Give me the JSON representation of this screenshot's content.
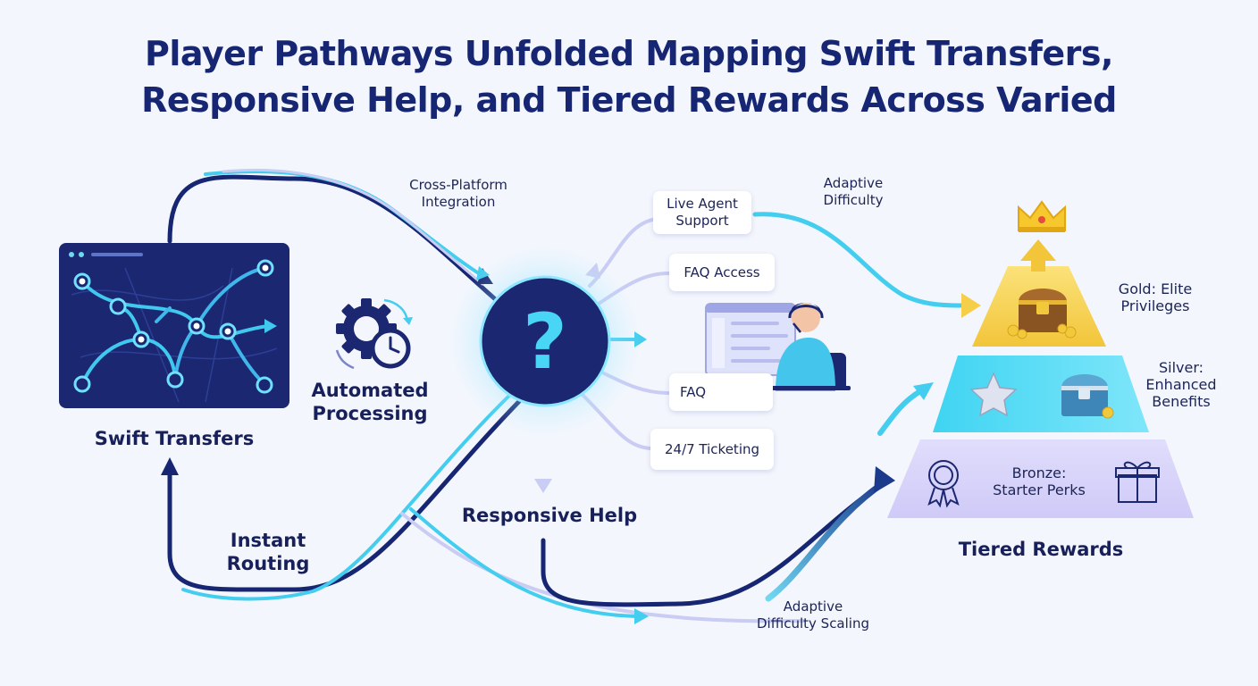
{
  "title": {
    "line1": "Player Pathways Unfolded Mapping Swift Transfers,",
    "line2": "Responsive Help, and Tiered Rewards Across Varied"
  },
  "transfers": {
    "heading": "Swift Transfers",
    "automated": [
      "Automated",
      "Processing"
    ],
    "instant": [
      "Instant",
      "Routing"
    ],
    "cross_platform": [
      "Cross-Platform",
      "Integration"
    ]
  },
  "help": {
    "heading": "Responsive Help",
    "hub_symbol": "?",
    "cards": {
      "live_agent": [
        "Live Agent",
        "Support"
      ],
      "faq_access": "FAQ Access",
      "faq": "FAQ",
      "ticketing": "24/7 Ticketing"
    }
  },
  "rewards": {
    "heading": "Tiered Rewards",
    "gold": [
      "Gold: Elite",
      "Privileges"
    ],
    "silver": [
      "Silver:",
      "Enhanced",
      "Benefits"
    ],
    "bronze": [
      "Bronze:",
      "Starter Perks"
    ]
  },
  "flows": {
    "adaptive_difficulty": [
      "Adaptive",
      "Difficulty"
    ],
    "adaptive_scaling": [
      "Adaptive",
      "Difficulty Scaling"
    ]
  },
  "icons": [
    "map-panel-icon",
    "gear-clock-icon",
    "question-hub-icon",
    "support-agent-icon",
    "crown-icon",
    "treasure-chest-icon",
    "star-icon",
    "medal-icon",
    "gift-icon"
  ],
  "colors": {
    "navy": "#172673",
    "cyan": "#3fd0ef",
    "lavender": "#c3c6f2",
    "gold": "#f6cf4a",
    "silver": "#5fdcf6",
    "bronze": "#d8d5fb"
  }
}
